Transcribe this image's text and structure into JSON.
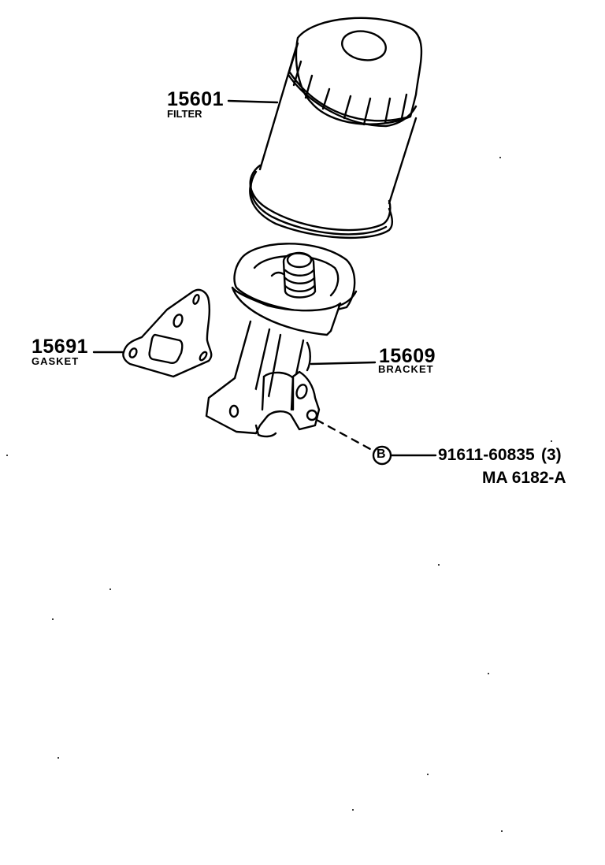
{
  "diagram": {
    "type": "exploded-parts-diagram",
    "parts": [
      {
        "part_number": "15601",
        "name": "FILTER"
      },
      {
        "part_number": "15691",
        "name": "GASKET"
      },
      {
        "part_number": "15609",
        "name": "BRACKET"
      }
    ],
    "callout": {
      "symbol": "B",
      "part_number": "91611-60835",
      "quantity": "(3)"
    },
    "figure_id": "MA 6182-A"
  },
  "colors": {
    "ink": "#000000",
    "background": "#ffffff"
  }
}
